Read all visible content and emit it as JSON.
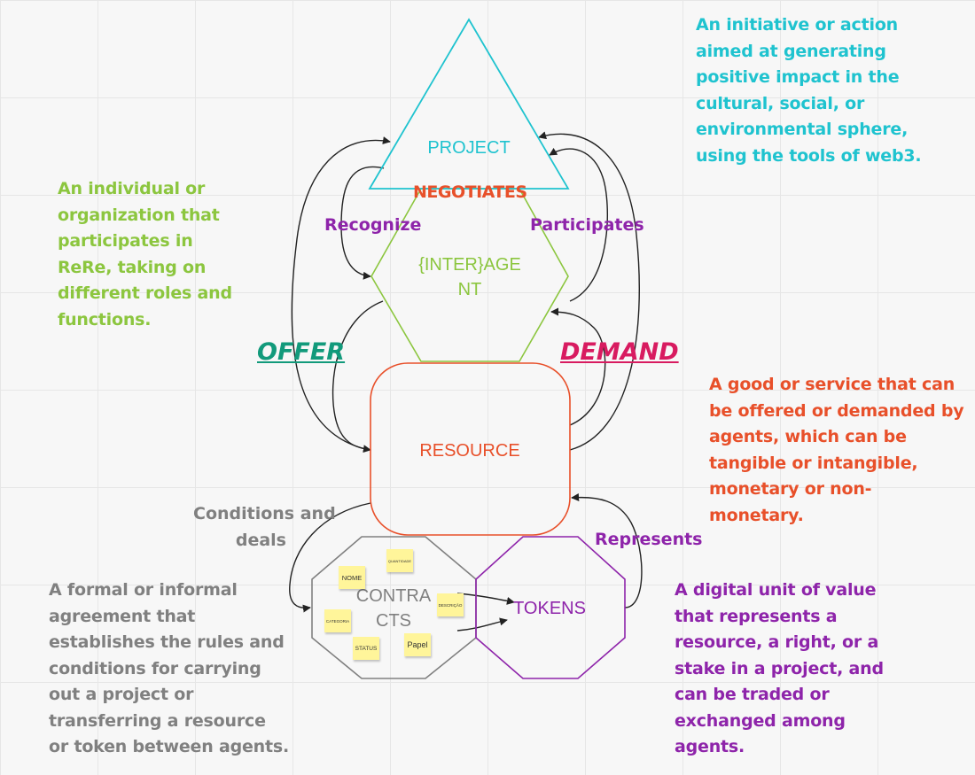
{
  "shapes": {
    "project": "PROJECT",
    "agent_line1": "{INTER}AGE",
    "agent_line2": "NT",
    "resource": "RESOURCE",
    "contracts_line1": "CONTRA",
    "contracts_line2": "CTS",
    "tokens": "TOKENS"
  },
  "labels": {
    "negotiates": "NEGOTIATES",
    "recognize": "Recognize",
    "participates": "Participates",
    "offer": "OFFER",
    "demand": "DEMAND",
    "conditions_line1": "Conditions and",
    "conditions_line2": "deals",
    "represents": "Represents"
  },
  "descriptions": {
    "project": [
      "An initiative or action",
      "aimed at generating",
      "positive impact in the",
      "cultural, social, or",
      "environmental sphere,",
      "using the tools of web3."
    ],
    "agent": [
      "An individual or",
      "organization that",
      "participates in",
      "ReRe, taking on",
      "different roles and",
      "functions."
    ],
    "resource": [
      "A good or service that can",
      "be offered or demanded by",
      "agents, which can be",
      "tangible or intangible,",
      "monetary or non-",
      "monetary."
    ],
    "contracts": [
      "A formal or informal",
      "agreement that",
      "establishes the rules and",
      "conditions for carrying",
      "out a project or",
      "transferring a resource",
      "or token between agents."
    ],
    "tokens": [
      "A digital unit of value",
      "that represents a",
      "resource, a right, or a",
      "stake in a project, and",
      "can be traded or",
      "exchanged among",
      "agents."
    ]
  },
  "stickies": {
    "nome": "NOME",
    "quantidade": "QUANTIDADE",
    "descricao": "DESCRIÇÃO",
    "categoria": "CATEGORIA",
    "papel": "Papel",
    "status": "STATUS"
  },
  "colors": {
    "project": "#1fc3cf",
    "agent": "#8cc63f",
    "resource": "#e8502a",
    "contracts": "#808080",
    "tokens": "#8e24aa",
    "offer": "#129a7b",
    "demand": "#d81b60",
    "connector": "#222222"
  }
}
